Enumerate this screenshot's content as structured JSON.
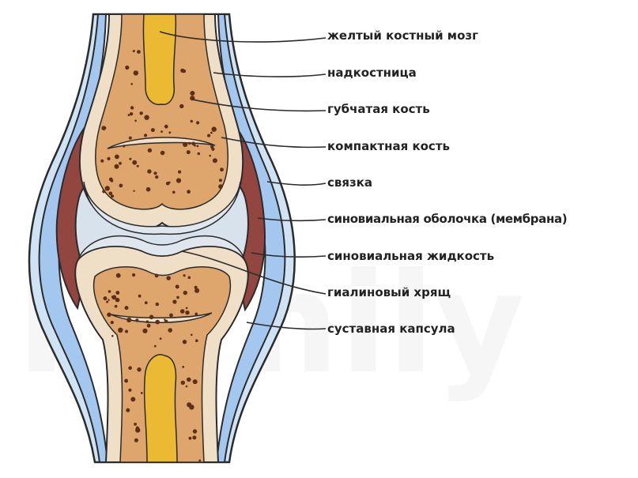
{
  "labels": {
    "yellow_marrow": "желтый костный мозг",
    "periosteum": "надкостница",
    "spongy_bone": "губчатая кость",
    "compact_bone": "компактная кость",
    "ligament": "связка",
    "synovial_membrane": "синовиальная оболочка (мембрана)",
    "synovial_fluid": "синовиальная жидкость",
    "hyaline_cartilage": "гиалиновый хрящ",
    "joint_capsule": "суставная капсула"
  },
  "watermark": "Family",
  "colors": {
    "outline": "#2b2b2b",
    "ligament_capsule": "#cfe3f5",
    "capsule_blue": "#a3c7ee",
    "synovial_membrane": "#934640",
    "synovial_fluid": "#d8e2ec",
    "cartilage": "#dfe6ee",
    "compact_bone": "#eedfc6",
    "spongy_bone": "#dea56c",
    "marrow": "#ebb932",
    "pores": "#5c2f19"
  }
}
